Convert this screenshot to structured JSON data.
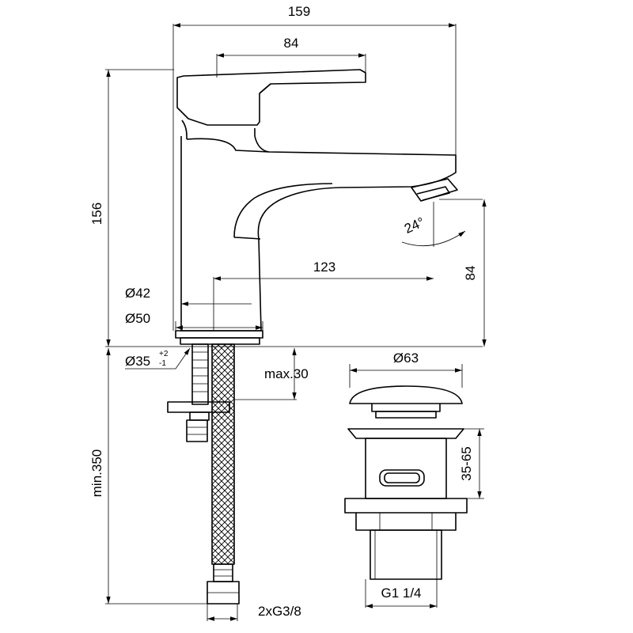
{
  "dimensions": {
    "overall_width": "159",
    "lever_width": "84",
    "overall_height": "156",
    "spout_reach": "123",
    "spout_height": "84",
    "spout_angle": "24°",
    "body_dia_42": "Ø42",
    "base_dia_50": "Ø50",
    "hole_dia": "Ø35",
    "hole_tol_plus": "+2",
    "hole_tol_minus": "-1",
    "max_deck": "max.30",
    "hose_length": "min.350",
    "hose_thread": "2xG3/8",
    "waste_cap_dia": "Ø63",
    "waste_range": "35-65",
    "waste_thread": "G1 1/4"
  }
}
